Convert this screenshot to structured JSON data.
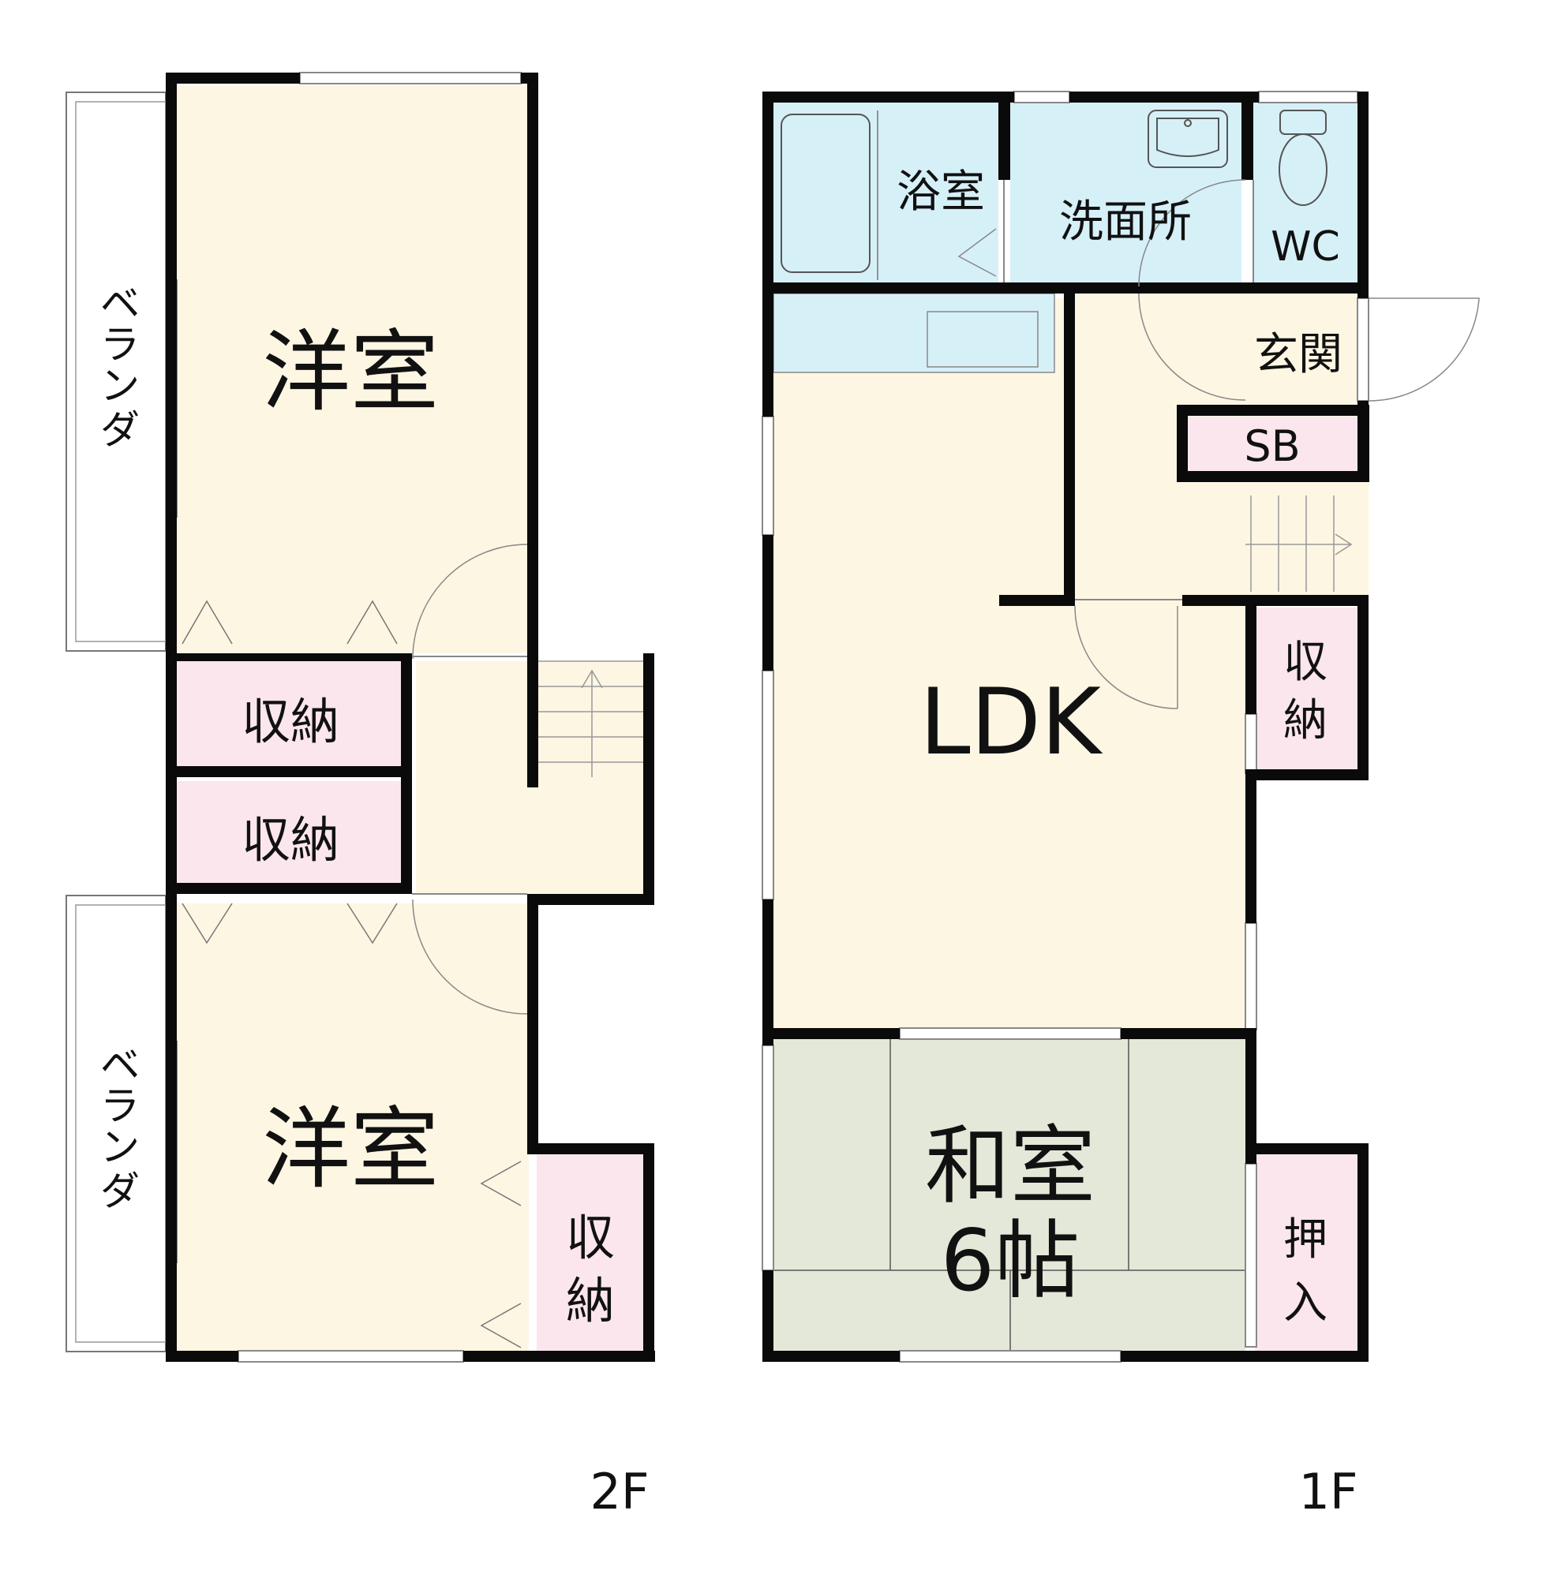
{
  "floors": {
    "second": {
      "label": "2F",
      "rooms": {
        "western_top": "洋室",
        "western_bottom": "洋室",
        "storage_a": "収納",
        "storage_b": "収納",
        "storage_c_line1": "収",
        "storage_c_line2": "納"
      },
      "verandas": {
        "top": [
          "ベ",
          "ラ",
          "ン",
          "ダ"
        ],
        "bottom": [
          "ベ",
          "ラ",
          "ン",
          "ダ"
        ]
      }
    },
    "first": {
      "label": "1F",
      "rooms": {
        "bath": "浴室",
        "washroom": "洗面所",
        "wc": "WC",
        "entrance": "玄関",
        "shoe_box": "SB",
        "ldk": "LDK",
        "storage_line1": "収",
        "storage_line2": "納",
        "japanese_room": "和室",
        "japanese_room_size": "6帖",
        "closet_line1": "押",
        "closet_line2": "入"
      }
    }
  },
  "colors": {
    "wall": "#0a0a0a",
    "living_floor": "#fdf6e3",
    "wet_area": "#d6f0f8",
    "storage": "#fbe6ee",
    "tatami": "#e3e8d8",
    "veranda": "#ffffff"
  }
}
